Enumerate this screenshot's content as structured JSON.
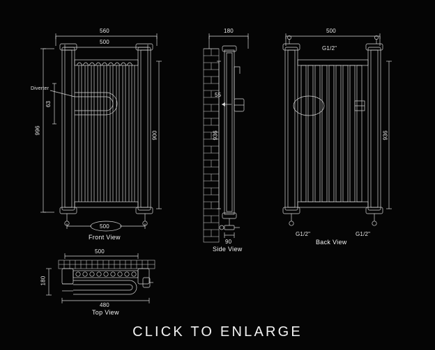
{
  "page": {
    "background": "#050505",
    "line_color": "#d8d8d8",
    "text_color": "#f0f0f0",
    "cta": "CLICK TO ENLARGE"
  },
  "views": {
    "front": {
      "name": "Front View",
      "dims": {
        "overall_width": "560",
        "inner_width": "500",
        "overall_height": "996",
        "panel_height": "900",
        "diverter_offset": "63",
        "bottom_width": "500"
      },
      "callout": "Diverter"
    },
    "side": {
      "name": "Side View",
      "dims": {
        "depth": "180",
        "valve_height": "55",
        "overall_height": "936",
        "foot_depth": "90"
      }
    },
    "back": {
      "name": "Back View",
      "dims": {
        "width": "500",
        "height": "936"
      },
      "connections": {
        "top": "G1/2\"",
        "bottom_left": "G1/2\"",
        "bottom_right": "G1/2\""
      }
    },
    "top": {
      "name": "Top View",
      "dims": {
        "width": "500",
        "depth": "180",
        "outer_width": "480"
      }
    }
  }
}
